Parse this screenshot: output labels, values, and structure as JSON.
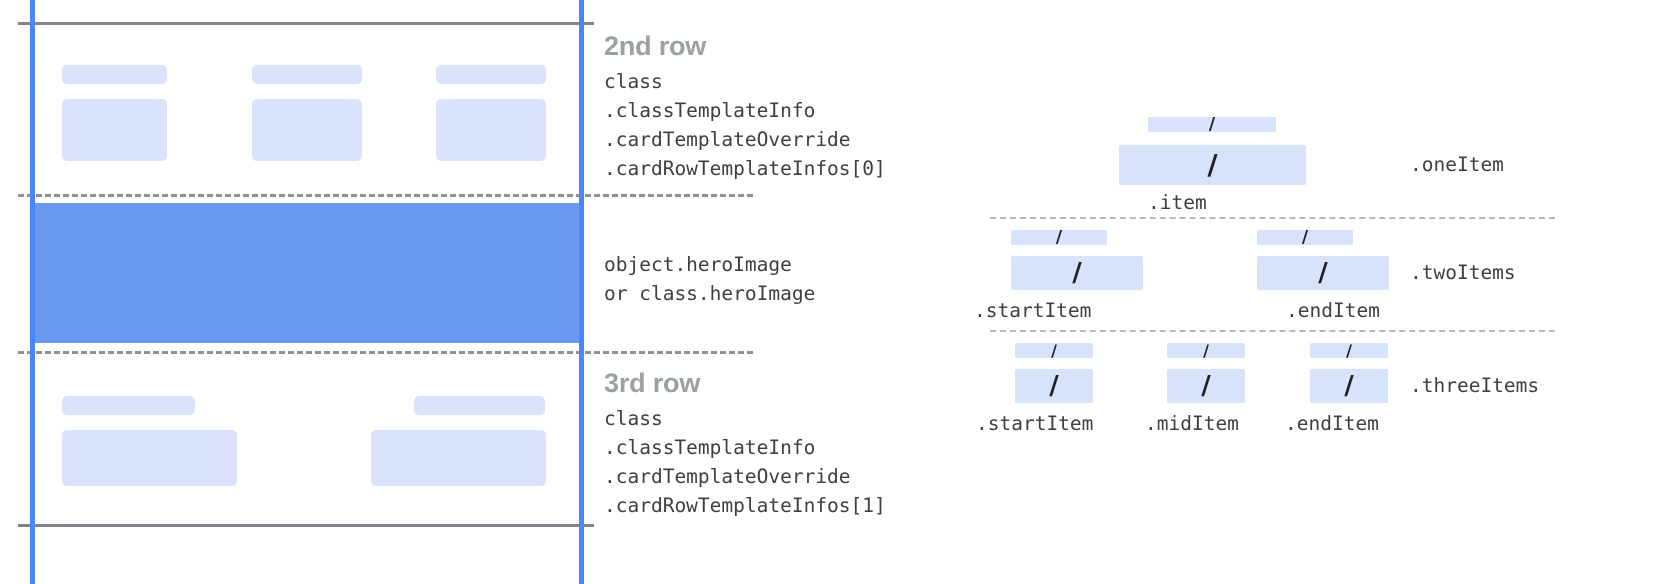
{
  "colors": {
    "accent_line": "#4a86f7",
    "hero_fill": "#6899ee",
    "skeleton_fill": "#dae3fb",
    "bar_fill": "#d7e2fb",
    "heading_gray": "#9aa0a6",
    "rule_gray": "#7e848c",
    "dash_gray": "#8d9298",
    "mono_text": "#3c4043"
  },
  "card_schematic": {
    "name": "card-row-layout",
    "rows": [
      {
        "id": "second-row",
        "heading": "2nd row",
        "code": "class\n.classTemplateInfo\n.cardTemplateOverride\n.cardRowTemplateInfos[0]",
        "cells": 3
      },
      {
        "id": "hero-row",
        "heading": "",
        "code": "object.heroImage\nor class.heroImage",
        "cells": 0
      },
      {
        "id": "third-row",
        "heading": "3rd row",
        "code": "class\n.classTemplateInfo\n.cardTemplateOverride\n.cardRowTemplateInfos[1]",
        "cells": 2
      }
    ]
  },
  "item_diagrams": {
    "slash_glyph": "/",
    "groups": [
      {
        "id": "one-item",
        "group_label": ".oneItem",
        "items": [
          {
            "label": ".item"
          }
        ]
      },
      {
        "id": "two-items",
        "group_label": ".twoItems",
        "items": [
          {
            "label": ".startItem"
          },
          {
            "label": ".endItem"
          }
        ]
      },
      {
        "id": "three-items",
        "group_label": ".threeItems",
        "items": [
          {
            "label": ".startItem"
          },
          {
            "label": ".midItem"
          },
          {
            "label": ".endItem"
          }
        ]
      }
    ]
  }
}
